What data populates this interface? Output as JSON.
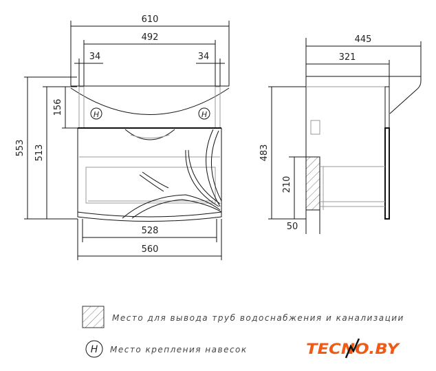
{
  "front_view": {
    "dims": {
      "total_width": "610",
      "inner_width": "492",
      "left_offset": "34",
      "right_offset": "34",
      "total_height": "553",
      "cabinet_height": "513",
      "mount_height": "156",
      "cabinet_inner_width": "528",
      "cabinet_width": "560"
    },
    "hanger_marker": "H"
  },
  "side_view": {
    "dims": {
      "total_depth": "445",
      "cabinet_depth": "321",
      "cabinet_height": "483",
      "pipe_zone_height": "210",
      "pipe_zone_offset": "50"
    }
  },
  "legend": {
    "pipe_zone": "Место для вывода труб водоснабжения и канализации",
    "hanger_marker": "H",
    "hanger_label": "Место крепления навесок"
  },
  "logo": {
    "text": "TECNO.BY",
    "color": "#f05a14"
  }
}
